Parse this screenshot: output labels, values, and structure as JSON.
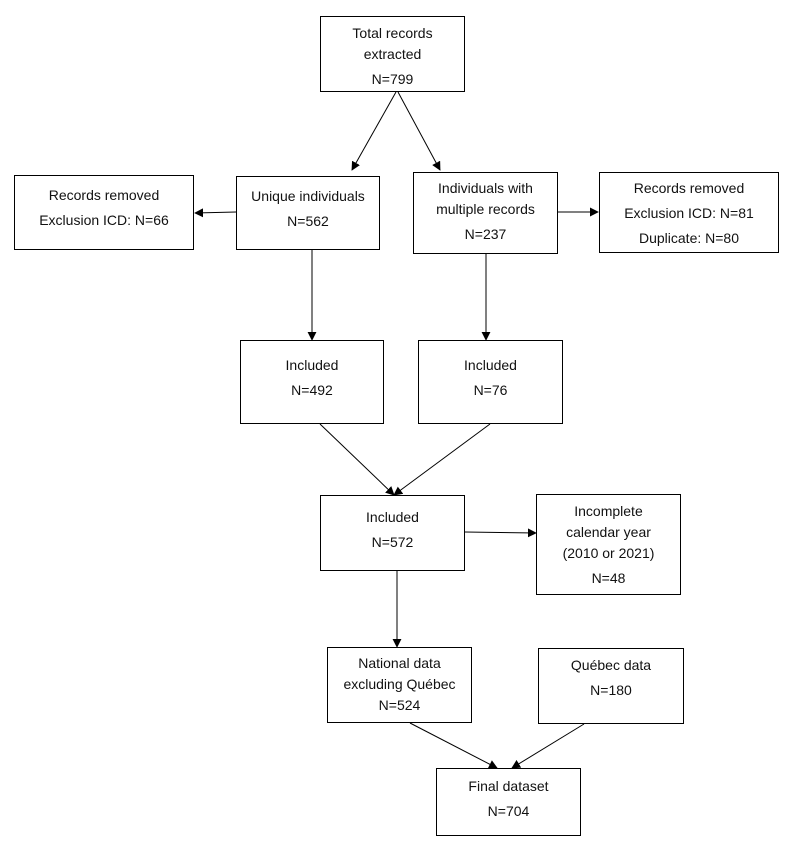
{
  "boxes": {
    "total": {
      "line1": "Total records",
      "line2": "extracted",
      "count": "N=799"
    },
    "unique": {
      "label": "Unique individuals",
      "count": "N=562"
    },
    "removed_left": {
      "label": "Records removed",
      "detail": "Exclusion ICD: N=66"
    },
    "multiple": {
      "line1": "Individuals with",
      "line2": "multiple records",
      "count": "N=237"
    },
    "removed_right": {
      "label": "Records removed",
      "detail1": "Exclusion ICD: N=81",
      "detail2": "Duplicate: N=80"
    },
    "included_left": {
      "label": "Included",
      "count": "N=492"
    },
    "included_right": {
      "label": "Included",
      "count": "N=76"
    },
    "included_mid": {
      "label": "Included",
      "count": "N=572"
    },
    "incomplete": {
      "line1": "Incomplete",
      "line2": "calendar year",
      "line3": "(2010 or 2021)",
      "count": "N=48"
    },
    "national": {
      "line1": "National data",
      "line2": "excluding Québec",
      "count": "N=524"
    },
    "quebec": {
      "label": "Québec data",
      "count": "N=180"
    },
    "final": {
      "label": "Final dataset",
      "count": "N=704"
    }
  }
}
